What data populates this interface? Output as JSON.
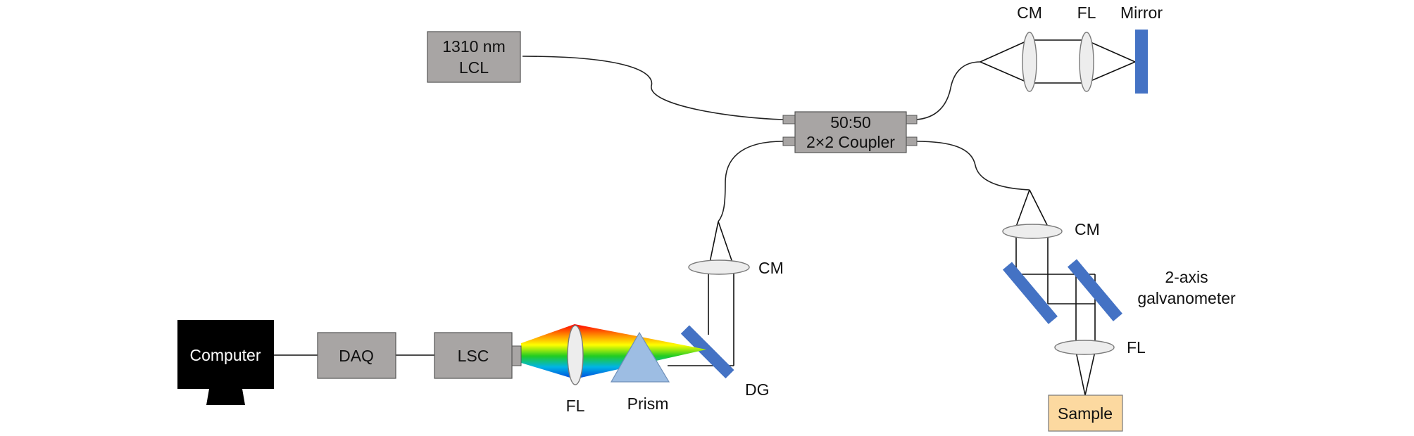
{
  "components": {
    "laser": {
      "line1": "1310 nm",
      "line2": "LCL"
    },
    "coupler": {
      "line1": "50:50",
      "line2": "2×2 Coupler"
    },
    "computer": {
      "label": "Computer"
    },
    "daq": {
      "label": "DAQ"
    },
    "lsc": {
      "label": "LSC"
    },
    "sample": {
      "label": "Sample"
    }
  },
  "labels": {
    "ref_cm": "CM",
    "ref_fl": "FL",
    "ref_mirror": "Mirror",
    "det_cm": "CM",
    "det_fl": "FL",
    "prism": "Prism",
    "dg": "DG",
    "sample_cm": "CM",
    "galvo_line1": "2-axis",
    "galvo_line2": "galvanometer",
    "sample_fl": "FL"
  },
  "colors": {
    "box": "#a8a5a4",
    "computer": "#000000",
    "sample": "#fcd9a0",
    "mirror": "#4472c4",
    "prism": "#9dbde3",
    "lens": "#ededed"
  }
}
